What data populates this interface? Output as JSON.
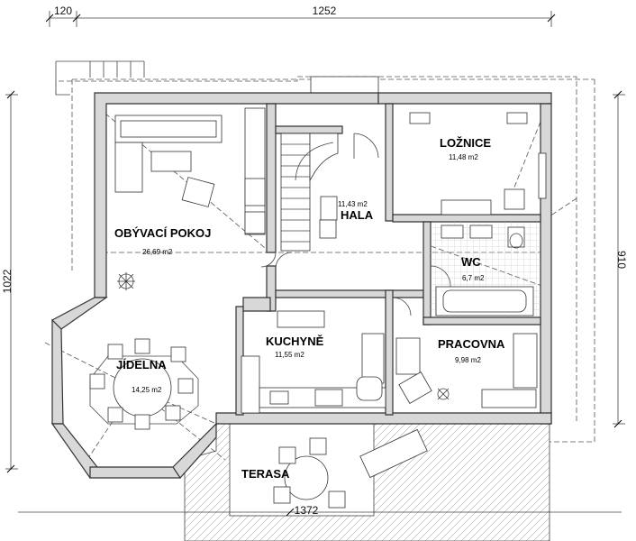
{
  "dimensions": {
    "top_left": "120",
    "top_main": "1252",
    "left_height": "1022",
    "right_height": "910",
    "bottom_width": "1372"
  },
  "rooms": {
    "living": {
      "name": "OBÝVACÍ POKOJ",
      "area": "26,69 m2"
    },
    "hall": {
      "name": "HALA",
      "area": "11,43 m2"
    },
    "bedroom": {
      "name": "LOŽNICE",
      "area": "11,48 m2"
    },
    "wc": {
      "name": "WC",
      "area": "6,7 m2"
    },
    "kitchen": {
      "name": "KUCHYNĚ",
      "area": "11,55 m2"
    },
    "study": {
      "name": "PRACOVNA",
      "area": "9,98 m2"
    },
    "dining": {
      "name": "JÍDELNA",
      "area": "14,25 m2"
    },
    "terrace": {
      "name": "TERASA"
    }
  }
}
